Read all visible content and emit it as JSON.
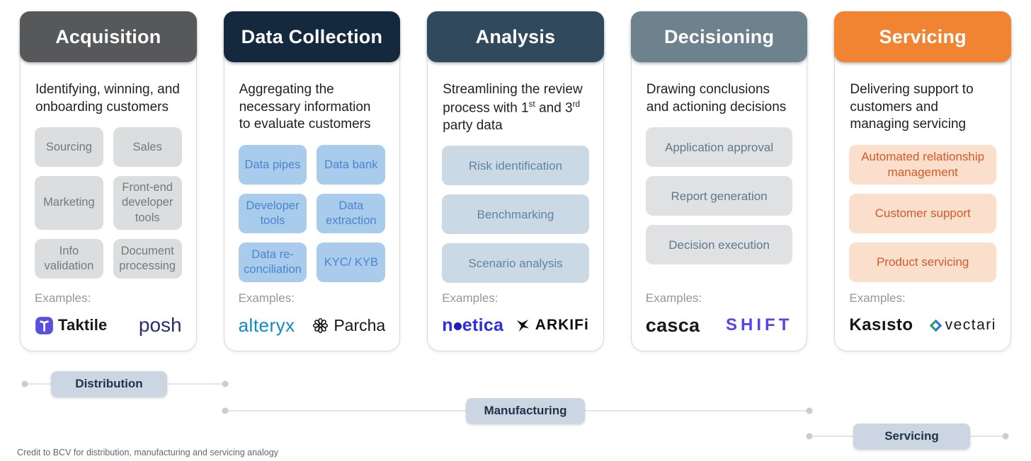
{
  "columns": [
    {
      "title": "Acquisition",
      "description": "Identifying, winning, and onboarding customers",
      "colors": {
        "header_bg": "#57585A",
        "chip_bg": "#DCDDDE",
        "chip_fg": "#77787B"
      },
      "chips": [
        "Sourcing",
        "Sales",
        "Marketing",
        "Front-end developer tools",
        "Info validation",
        "Document processing"
      ],
      "examples": {
        "label": "Examples:",
        "logos": [
          {
            "name": "taktile",
            "text": "Taktile",
            "color": "#16171B",
            "icon_color": "#5A50E0"
          },
          {
            "name": "posh",
            "text": "posh",
            "color": "#2A2C74"
          }
        ]
      }
    },
    {
      "title": "Data Collection",
      "description": "Aggregating the necessary information to evaluate customers",
      "colors": {
        "header_bg": "#14293E",
        "chip_bg": "#A9CBEC",
        "chip_fg": "#4A86CE"
      },
      "chips": [
        "Data pipes",
        "Data bank",
        "Developer tools",
        "Data extraction",
        "Data re-conciliation",
        "KYC/ KYB"
      ],
      "examples": {
        "label": "Examples:",
        "logos": [
          {
            "name": "alteryx",
            "text": "alteryx",
            "color": "#0E8AC8"
          },
          {
            "name": "parcha",
            "text": "Parcha",
            "color": "#161718"
          }
        ]
      }
    },
    {
      "title": "Analysis",
      "desc_parts": {
        "p1": "Streamlining the review process with 1",
        "s1": "st",
        "p2": " and 3",
        "s2": "rd",
        "p3": " party data"
      },
      "colors": {
        "header_bg": "#31495C",
        "chip_bg": "#CAD9E3",
        "chip_fg": "#5F85A4"
      },
      "chips": [
        "Risk identification",
        "Benchmarking",
        "Scenario analysis"
      ],
      "examples": {
        "label": "Examples:",
        "logos": [
          {
            "name": "noetica",
            "text_n": "n",
            "text_rest": "etica",
            "color": "#2A2FE0",
            "dot_color": "#1A1FBF"
          },
          {
            "name": "arkifi",
            "text": "ARKIFi",
            "color": "#0C0D0E"
          }
        ]
      }
    },
    {
      "title": "Decisioning",
      "description": "Drawing conclusions and actioning decisions",
      "colors": {
        "header_bg": "#6D828D",
        "chip_bg": "#DFE1E3",
        "chip_fg": "#61798B"
      },
      "chips": [
        "Application approval",
        "Report generation",
        "Decision execution"
      ],
      "examples": {
        "label": "Examples:",
        "logos": [
          {
            "name": "casca",
            "text": "casca",
            "color": "#17181A"
          },
          {
            "name": "shift",
            "text": "SHIFT",
            "color": "#5244EE"
          }
        ]
      }
    },
    {
      "title": "Servicing",
      "description": "Delivering support to customers and managing servicing",
      "colors": {
        "header_bg": "#F08432",
        "chip_bg": "#FBDFCD",
        "chip_fg": "#D45A28"
      },
      "chips": [
        "Automated relationship management",
        "Customer support",
        "Product servicing"
      ],
      "examples": {
        "label": "Examples:",
        "logos": [
          {
            "name": "kasisto",
            "text": "Kasısto",
            "color": "#141517"
          },
          {
            "name": "vectari",
            "text": "vectari",
            "color": "#17181A",
            "diamond_green": "#21A469",
            "diamond_blue": "#2E6FE8"
          }
        ]
      }
    }
  ],
  "timeline": {
    "items": [
      {
        "label": "Distribution"
      },
      {
        "label": "Manufacturing"
      },
      {
        "label": "Servicing"
      }
    ]
  },
  "footnote": "Credit to BCV for distribution, manufacturing and servicing analogy"
}
